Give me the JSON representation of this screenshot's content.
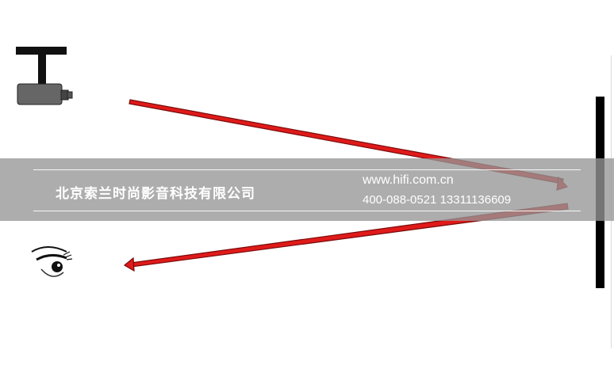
{
  "watermark": {
    "company_name": "北京索兰时尚影音科技有限公司",
    "website": "www.hifi.com.cn",
    "phones": "400-088-0521  13311136609"
  },
  "colors": {
    "arrow": "#e01a1a",
    "arrow_outline": "#7a0a0a",
    "projector_body": "#666666",
    "mount": "#111111",
    "screen": "#000000",
    "band": "#969696",
    "band_text": "#ffffff"
  },
  "icons": {
    "projector": "projector-icon",
    "eye": "eye-icon",
    "screen": "projection-screen"
  }
}
